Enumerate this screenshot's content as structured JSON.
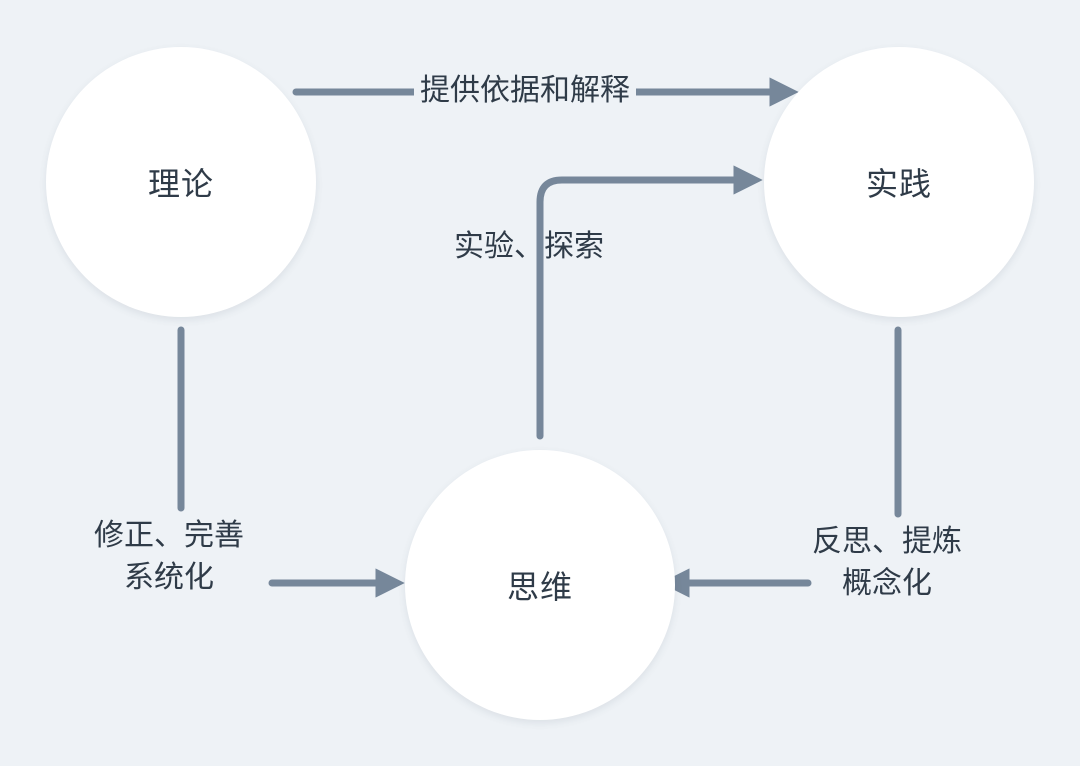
{
  "nodes": {
    "theory": "理论",
    "practice": "实践",
    "thinking": "思维"
  },
  "edges": {
    "theory_to_practice": "提供依据和解释",
    "thinking_to_practice": "实验、探索",
    "theory_to_thinking": [
      "修正、完善",
      "系统化"
    ],
    "practice_to_thinking": [
      "反思、提炼",
      "概念化"
    ]
  },
  "colors": {
    "background": "#eef2f6",
    "node_fill": "#ffffff",
    "link": "#76879a",
    "text": "#2f3b48"
  }
}
